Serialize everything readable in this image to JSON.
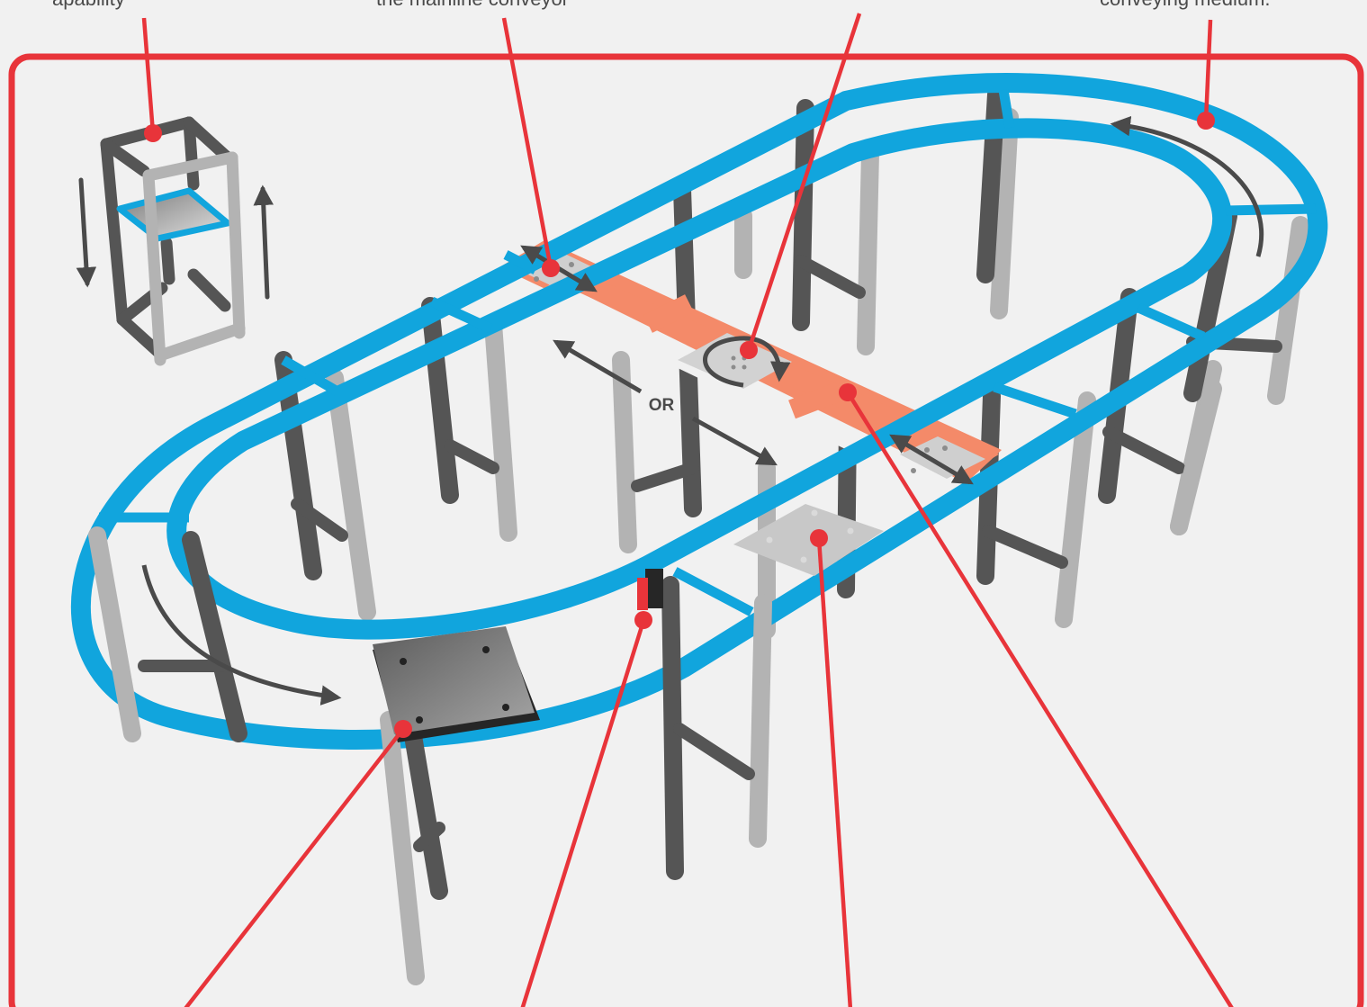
{
  "captions": {
    "top_left": "apability",
    "top_center": "the mainline conveyor",
    "top_right": "conveying medium."
  },
  "or_label": "OR",
  "colors": {
    "frame_red": "#e8343a",
    "conveyor_blue": "#11a5dd",
    "cross_orange": "#f48a69",
    "leg_dark": "#555555",
    "leg_light": "#b3b3b3",
    "arrow_gray": "#4a4a4a",
    "background": "#f1f1f1"
  },
  "icons": {
    "elevator": "elevator-lift-icon",
    "pallet": "pallet-plate-icon",
    "sensor": "sensor-icon",
    "turntable": "turntable-icon"
  }
}
